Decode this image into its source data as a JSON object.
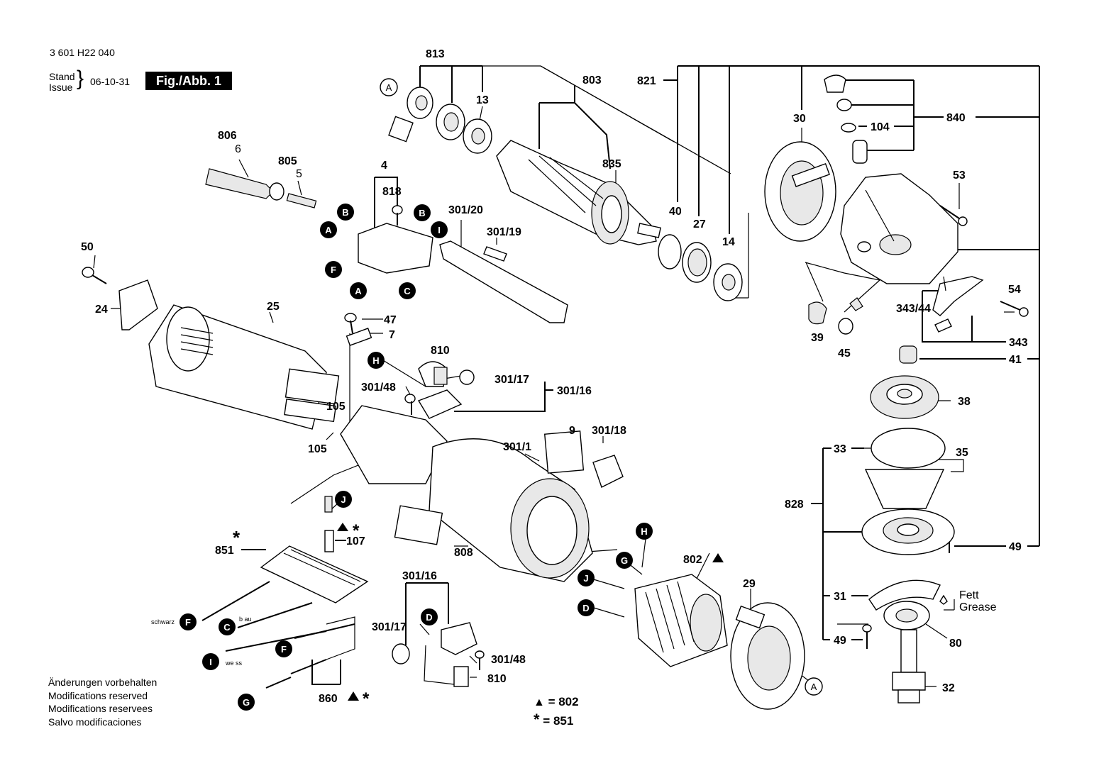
{
  "header": {
    "part_number": "3 601 H22 040",
    "stand_label": "Stand",
    "issue_label": "Issue",
    "date": "06-10-31",
    "figure": "Fig./Abb. 1"
  },
  "notes": [
    "Änderungen vorbehalten",
    "Modifications reserved",
    "Modifications reservees",
    "Salvo modificaciones"
  ],
  "legend": {
    "triangle_ref": "= 802",
    "star_ref": "= 851"
  },
  "callouts": {
    "c813": "813",
    "c13": "13",
    "c803": "803",
    "c821": "821",
    "c835": "835",
    "c30": "30",
    "c104": "104",
    "c840": "840",
    "c806": "806",
    "c6": "6",
    "c805": "805",
    "c5": "5",
    "c4": "4",
    "c818": "818",
    "c301_20": "301/20",
    "c301_19": "301/19",
    "c40": "40",
    "c27": "27",
    "c14": "14",
    "c53": "53",
    "c50": "50",
    "c24": "24",
    "c25": "25",
    "c47": "47",
    "c7": "7",
    "c810a": "810",
    "c301_17a": "301/17",
    "c301_16a": "301/16",
    "c301_48a": "301/48",
    "c105a": "105",
    "c105b": "105",
    "c9": "9",
    "c301_18": "301/18",
    "c301_1": "301/1",
    "c54": "54",
    "c343_44": "343/44",
    "c39": "39",
    "c45": "45",
    "c343": "343",
    "c41": "41",
    "c38": "38",
    "c33": "33",
    "c35": "35",
    "c828": "828",
    "c107": "107",
    "c851": "851",
    "c808": "808",
    "c802": "802",
    "c29": "29",
    "c49a": "49",
    "c31": "31",
    "c49b": "49",
    "c80": "80",
    "c32": "32",
    "c301_16b": "301/16",
    "c301_17b": "301/17",
    "c301_48b": "301/48",
    "c810b": "810",
    "c860": "860",
    "fett": "Fett",
    "grease": "Grease",
    "schwarz": "schwarz",
    "blau": "b au",
    "weiss": "we ss"
  },
  "markers": {
    "A": "A",
    "B": "B",
    "C": "C",
    "D": "D",
    "F": "F",
    "G": "G",
    "H": "H",
    "I": "I",
    "J": "J"
  }
}
